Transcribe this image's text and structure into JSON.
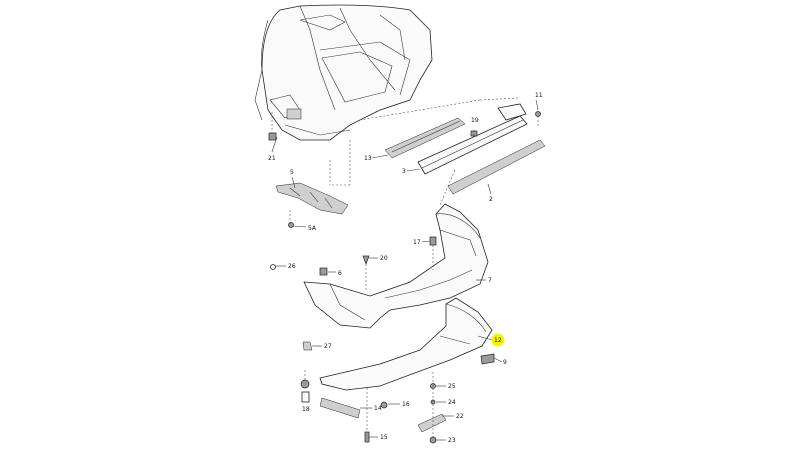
{
  "highlight_color": "#f6f400",
  "callouts": {
    "c11": "11",
    "c19": "19",
    "c13": "13",
    "c3": "3",
    "c21": "21",
    "c5": "5",
    "c2": "2",
    "c5A": "5A",
    "c17": "17",
    "c20": "20",
    "c26": "26",
    "c6": "6",
    "c7": "7",
    "c12": "12",
    "c27": "27",
    "c9": "9",
    "c18": "18",
    "c25": "25",
    "c14": "14",
    "c16": "16",
    "c24": "24",
    "c22": "22",
    "c15": "15",
    "c23": "23"
  }
}
